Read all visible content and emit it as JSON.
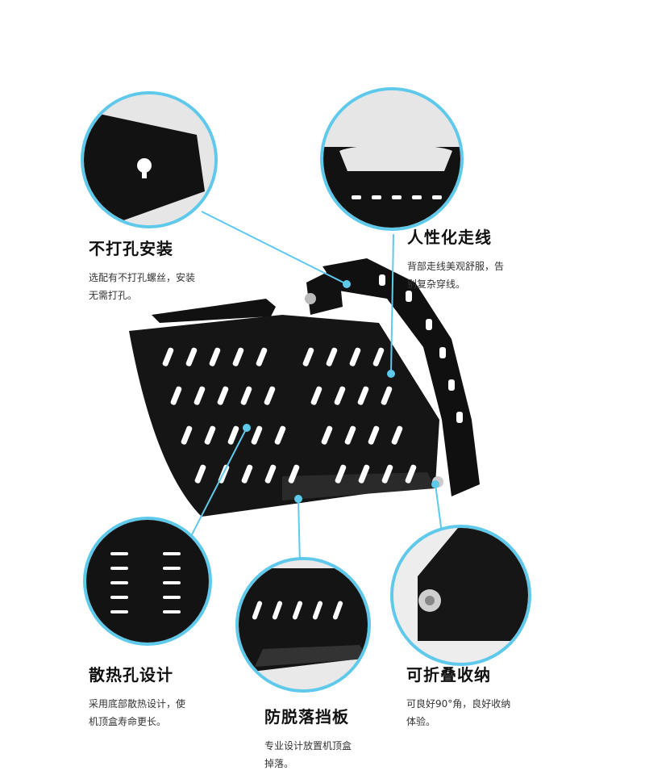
{
  "features": [
    {
      "title": "不打孔安装",
      "desc": [
        "选配有不打孔螺丝，安装",
        "无需打孔。"
      ]
    },
    {
      "title": "人性化走线",
      "desc": [
        "背部走线美观舒服，告",
        "别复杂穿线。"
      ]
    },
    {
      "title": "散热孔设计",
      "desc": [
        "采用底部散热设计，使",
        "机顶盒寿命更长。"
      ]
    },
    {
      "title": "防脱落挡板",
      "desc": [
        "专业设计放置机顶盒",
        "掉落。"
      ]
    },
    {
      "title": "可折叠收纳",
      "desc": [
        "可良好90°角，良好收纳",
        "体验。"
      ]
    }
  ],
  "colors": {
    "accent": "#5fc9ec",
    "product": "#111111"
  }
}
